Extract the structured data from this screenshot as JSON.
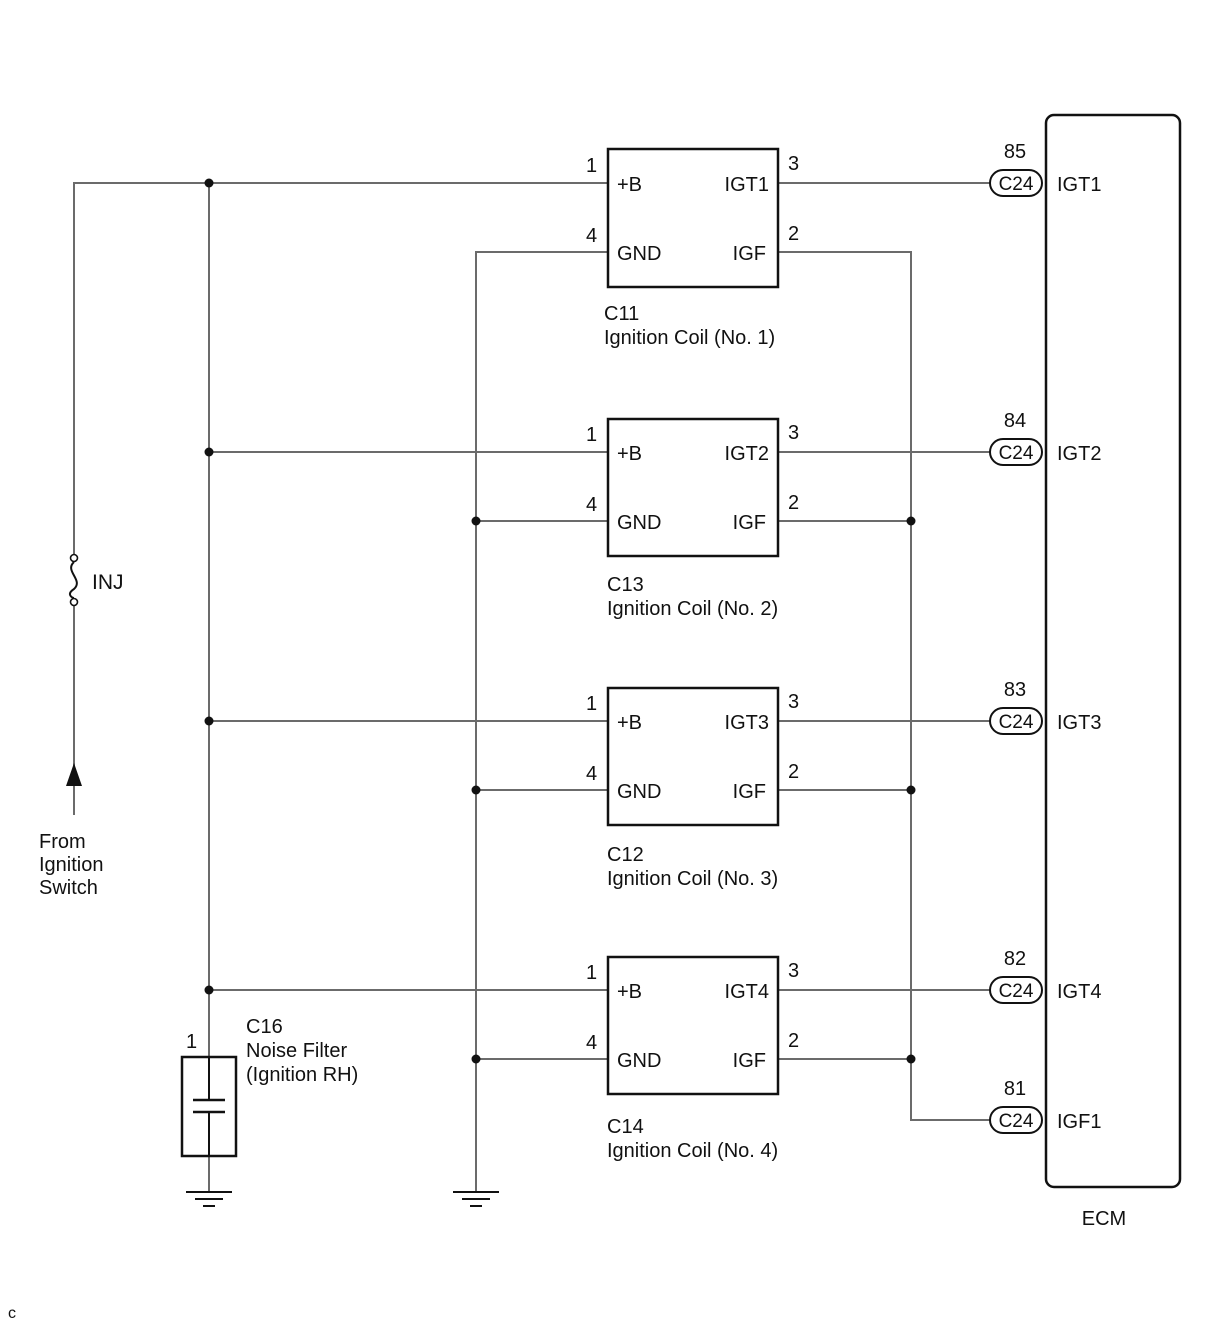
{
  "power_source": {
    "from_label_lines": [
      "From",
      "Ignition",
      "Switch"
    ],
    "fuse_label": "INJ"
  },
  "noise_filter": {
    "code": "C16",
    "name_lines": [
      "Noise Filter",
      "(Ignition RH)"
    ],
    "pin": "1"
  },
  "coils": [
    {
      "code": "C11",
      "name": "Ignition Coil (No. 1)",
      "pin_b": "1",
      "pin_gnd": "4",
      "pin_igt": "3",
      "pin_igf": "2",
      "label_b": "+B",
      "label_gnd": "GND",
      "label_igt": "IGT1",
      "label_igf": "IGF"
    },
    {
      "code": "C13",
      "name": "Ignition Coil (No. 2)",
      "pin_b": "1",
      "pin_gnd": "4",
      "pin_igt": "3",
      "pin_igf": "2",
      "label_b": "+B",
      "label_gnd": "GND",
      "label_igt": "IGT2",
      "label_igf": "IGF"
    },
    {
      "code": "C12",
      "name": "Ignition Coil (No. 3)",
      "pin_b": "1",
      "pin_gnd": "4",
      "pin_igt": "3",
      "pin_igf": "2",
      "label_b": "+B",
      "label_gnd": "GND",
      "label_igt": "IGT3",
      "label_igf": "IGF"
    },
    {
      "code": "C14",
      "name": "Ignition Coil (No. 4)",
      "pin_b": "1",
      "pin_gnd": "4",
      "pin_igt": "3",
      "pin_igf": "2",
      "label_b": "+B",
      "label_gnd": "GND",
      "label_igt": "IGT4",
      "label_igf": "IGF"
    }
  ],
  "ecm": {
    "label": "ECM",
    "terminals": [
      {
        "pin": "85",
        "connector": "C24",
        "signal": "IGT1"
      },
      {
        "pin": "84",
        "connector": "C24",
        "signal": "IGT2"
      },
      {
        "pin": "83",
        "connector": "C24",
        "signal": "IGT3"
      },
      {
        "pin": "82",
        "connector": "C24",
        "signal": "IGT4"
      },
      {
        "pin": "81",
        "connector": "C24",
        "signal": "IGF1"
      }
    ]
  },
  "corner_mark": "c"
}
